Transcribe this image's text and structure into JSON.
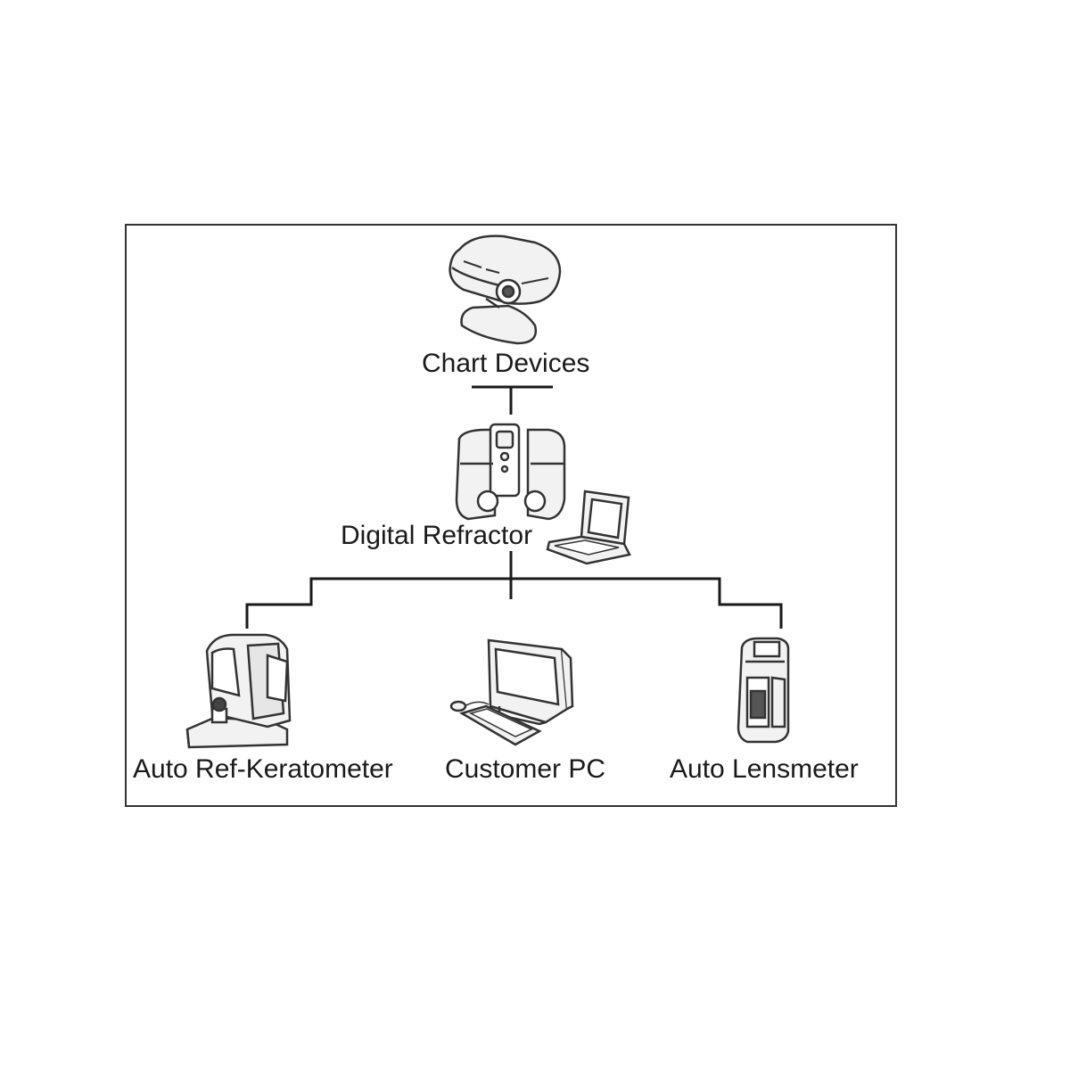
{
  "diagram": {
    "nodes": {
      "chart_devices": {
        "label": "Chart Devices",
        "icon": "chart-projector-icon"
      },
      "digital_refractor": {
        "label": "Digital Refractor",
        "icon": "phoropter-icon",
        "controller_icon": "control-panel-laptop-icon"
      },
      "auto_ref_keratometer": {
        "label": "Auto Ref-Keratometer",
        "icon": "ref-keratometer-icon"
      },
      "customer_pc": {
        "label": "Customer PC",
        "icon": "desktop-computer-icon"
      },
      "auto_lensmeter": {
        "label": "Auto Lensmeter",
        "icon": "lensmeter-icon"
      }
    },
    "edges": [
      {
        "from": "chart_devices",
        "to": "digital_refractor"
      },
      {
        "from": "digital_refractor",
        "to": "auto_ref_keratometer"
      },
      {
        "from": "digital_refractor",
        "to": "customer_pc"
      },
      {
        "from": "digital_refractor",
        "to": "auto_lensmeter"
      }
    ],
    "colors": {
      "line": "#1a1a1a",
      "frame": "#333333",
      "device_fill": "#f2f2f2",
      "device_stroke": "#333333"
    }
  }
}
